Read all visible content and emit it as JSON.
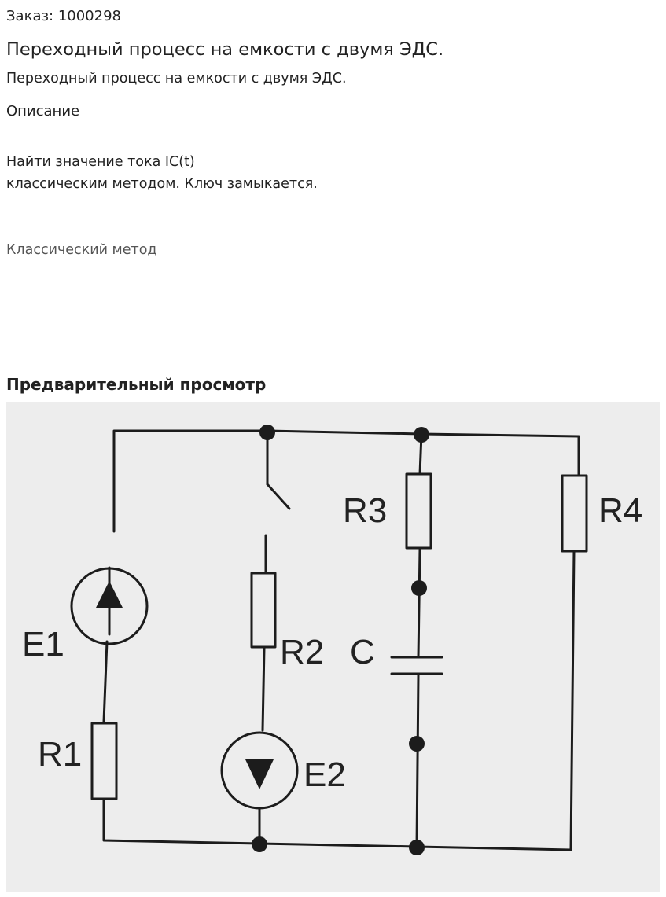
{
  "order": {
    "label": "Заказ: 1000298"
  },
  "title": "Переходный процесс на емкости с двумя ЭДС.",
  "subtitle": "Переходный процесс на емкости с двумя ЭДС.",
  "description": {
    "heading": "Описание",
    "lines": [
      "Найти значение тока IC(t)",
      "классическим методом. Ключ замыкается."
    ]
  },
  "method_link": "Классический метод",
  "preview": {
    "heading": "Предварительный просмотр",
    "labels": {
      "e1": "E1",
      "r1": "R1",
      "r2": "R2",
      "e2": "E2",
      "r3": "R3",
      "c": "C",
      "r4": "R4"
    }
  }
}
